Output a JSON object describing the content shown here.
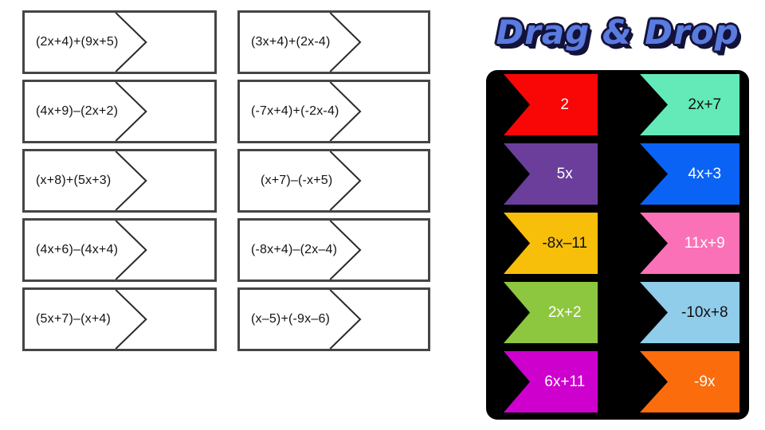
{
  "title": "Drag & Drop",
  "cards": {
    "column1": [
      "(2x+4)+(9x+5)",
      "(4x+9)–(2x+2)",
      "(x+8)+(5x+3)",
      "(4x+6)–(4x+4)",
      "(5x+7)–(x+4)"
    ],
    "column2": [
      "(3x+4)+(2x-4)",
      "(-7x+4)+(-2x-4)",
      "(x+7)–(-x+5)",
      "(-8x+4)–(2x–4)",
      "(x–5)+(-9x–6)"
    ]
  },
  "tags": {
    "column1": [
      {
        "label": "2",
        "color": "#f90606",
        "text_color": "#ffffff"
      },
      {
        "label": "5x",
        "color": "#6b3e9b",
        "text_color": "#ffffff"
      },
      {
        "label": "-8x–11",
        "color": "#f7bf0a",
        "text_color": "#111111"
      },
      {
        "label": "2x+2",
        "color": "#8dc63f",
        "text_color": "#ffffff"
      },
      {
        "label": "6x+11",
        "color": "#cd00ce",
        "text_color": "#ffffff"
      }
    ],
    "column2": [
      {
        "label": "2x+7",
        "color": "#63eab8",
        "text_color": "#111111"
      },
      {
        "label": "4x+3",
        "color": "#0b63f6",
        "text_color": "#ffffff"
      },
      {
        "label": "11x+9",
        "color": "#fb71b8",
        "text_color": "#ffffff"
      },
      {
        "label": "-10x+8",
        "color": "#90cdea",
        "text_color": "#111111"
      },
      {
        "label": "-9x",
        "color": "#fb6c0c",
        "text_color": "#ffffff"
      }
    ]
  },
  "colors": {
    "title_fill": "#5a7be0",
    "title_outline": "#13133a",
    "tray_background": "#000000",
    "card_border": "#454545",
    "page_background": "#ffffff"
  }
}
